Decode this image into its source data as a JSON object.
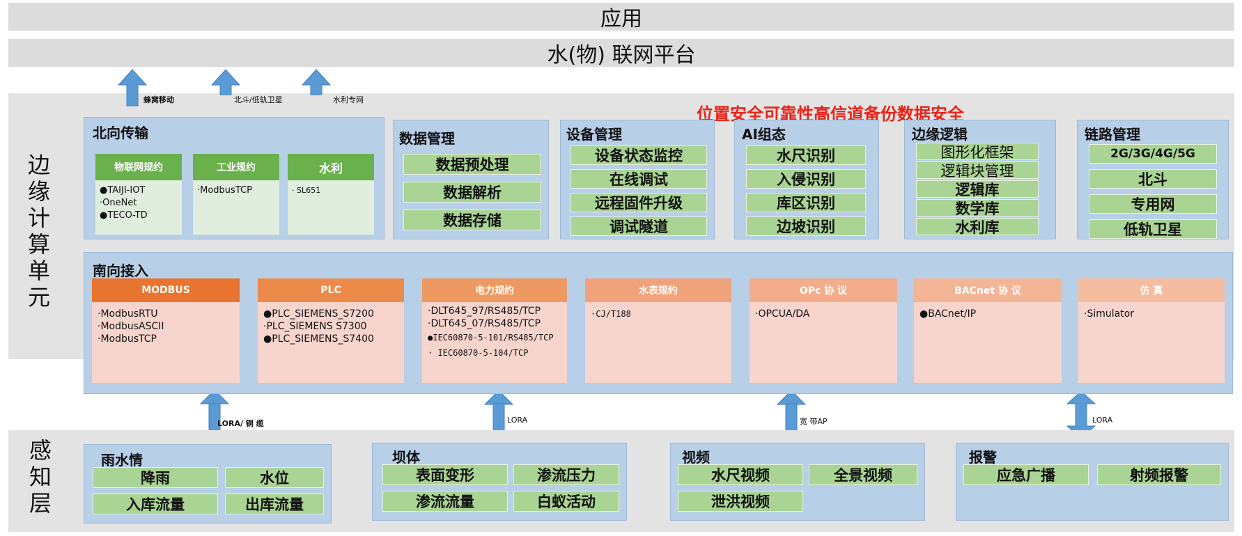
{
  "top": {
    "app_label": "应用",
    "platform_label": "水(物) 联网平台"
  },
  "edge_unit_label": [
    "边",
    "缘",
    "计",
    "算",
    "单",
    "元"
  ],
  "perception_label": [
    "感",
    "知",
    "层"
  ],
  "uplinks": [
    "蜂窝移动",
    "北斗/低轨卫星",
    "水利专网"
  ],
  "red_note": "位置安全可靠性高信道备份数据安全",
  "north": {
    "title": "北向传输",
    "cards": [
      {
        "head": "物联网规约",
        "items": [
          "●TAIJI-IOT",
          "·OneNet",
          "●TECO-TD"
        ]
      },
      {
        "head": "工业规约",
        "items": [
          "·ModbusTCP"
        ]
      },
      {
        "head": "水利",
        "items": [
          "· SL651"
        ]
      }
    ]
  },
  "data_mgmt": {
    "title": "数据管理",
    "items": [
      "数据预处理",
      "数据解析",
      "数据存储"
    ]
  },
  "device_mgmt": {
    "title": "设备管理",
    "items": [
      "设备状态监控",
      "在线调试",
      "远程固件升级",
      "调试隧道"
    ]
  },
  "ai_config": {
    "title": "AI组态",
    "items": [
      "水尺识别",
      "入侵识别",
      "库区识别",
      "边坡识别"
    ]
  },
  "edge_logic": {
    "title": "边缘逻辑",
    "items": [
      "图形化框架",
      "逻辑块管理",
      "逻辑库",
      "数学库",
      "水利库"
    ]
  },
  "link_mgmt": {
    "title": "链路管理",
    "items": [
      "2G/3G/4G/5G",
      "北斗",
      "专用网",
      "低轨卫星"
    ]
  },
  "south": {
    "title": "南向接入",
    "cards": [
      {
        "head": "MODBUS",
        "color": "#e8742f",
        "items": [
          "·ModbusRTU",
          "·ModbusASCII",
          "·ModbusTCP"
        ]
      },
      {
        "head": "PLC",
        "color": "#ec8a4a",
        "items": [
          "●PLC_SIEMENS_S7200",
          "·PLC_SIEMENS S7300",
          "●PLC_SIEMENS_S7400"
        ]
      },
      {
        "head": "电力规约",
        "color": "#ef9962",
        "items": [
          "·DLT645_97/RS485/TCP",
          "·DLT645_07/RS485/TCP",
          "●IEC60870-5-101/RS485/TCP",
          "· IEC60870-5-104/TCP"
        ]
      },
      {
        "head": "水表规约",
        "color": "#f0a27a",
        "items": [
          "·CJ/T188"
        ]
      },
      {
        "head": "OPc 协 议",
        "color": "#f3ad8c",
        "items": [
          "·OPCUA/DA"
        ]
      },
      {
        "head": "BACnet 协 议",
        "color": "#f4b496",
        "items": [
          "●BACnet/IP"
        ]
      },
      {
        "head": "仿 真",
        "color": "#f5bca0",
        "items": [
          "·Simulator"
        ]
      }
    ]
  },
  "downlinks": [
    "LORA/ 铜 缆",
    "LORA",
    "宽 带AP",
    "LORA"
  ],
  "sensing": [
    {
      "title": "雨水情",
      "items": [
        "降雨",
        "水位",
        "入库流量",
        "出库流量"
      ]
    },
    {
      "title": "坝体",
      "items": [
        "表面变形",
        "渗流压力",
        "渗流流量",
        "白蚁活动"
      ]
    },
    {
      "title": "视频",
      "items": [
        "水尺视频",
        "全景视频",
        "泄洪视频"
      ]
    },
    {
      "title": "报警",
      "items": [
        "应急广播",
        "射频报警"
      ]
    }
  ],
  "colors": {
    "arrow_blue": "#5b9bd5",
    "panel_blue": "#b8cfe8",
    "button_green": "#a9d494",
    "note_red": "#e8231a"
  }
}
